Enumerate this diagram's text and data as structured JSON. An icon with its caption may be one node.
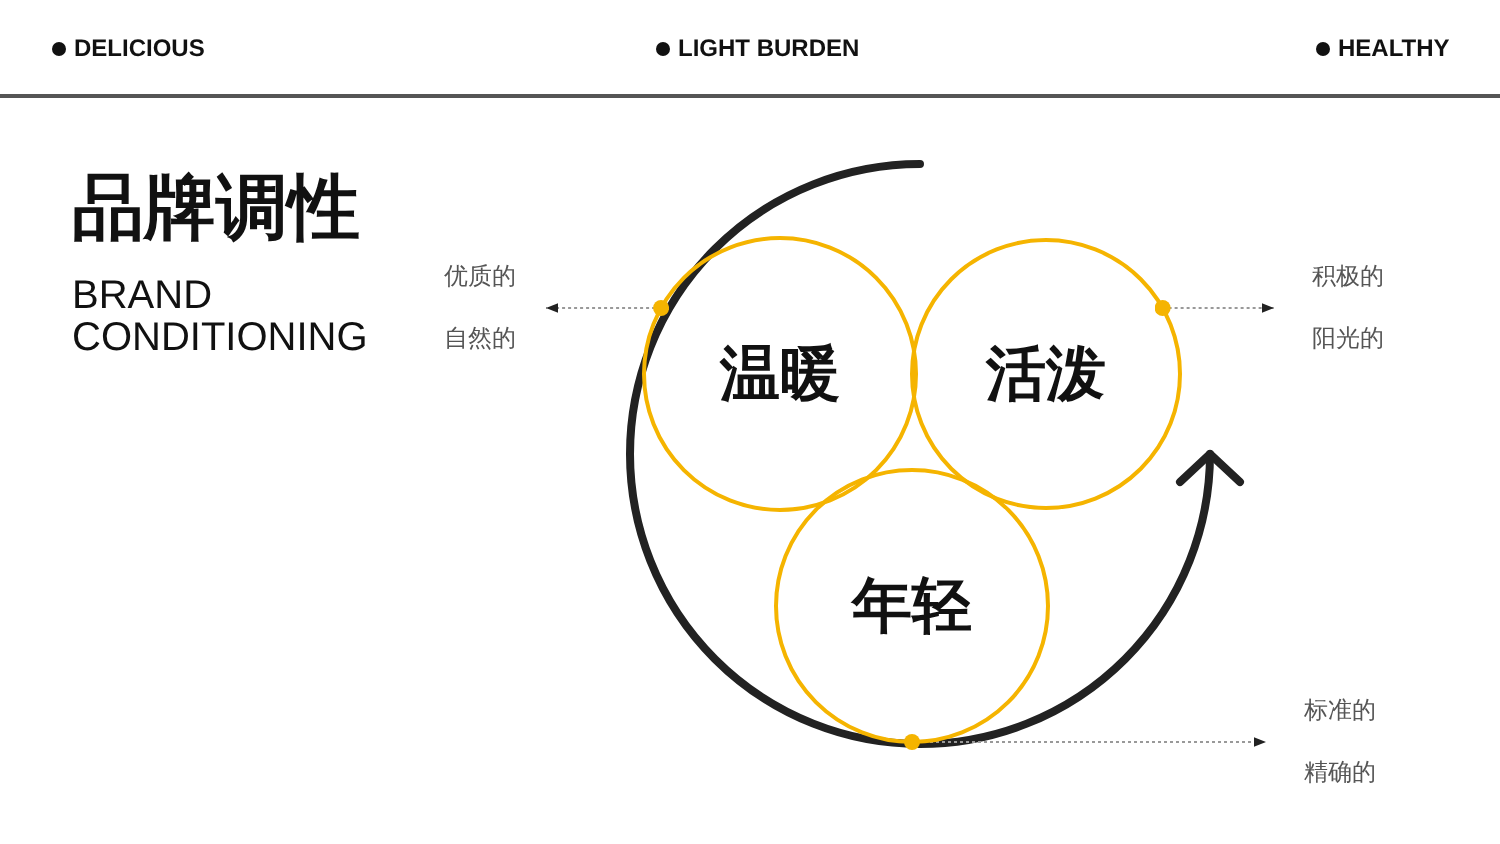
{
  "diagram": {
    "title": "品牌调性",
    "nodes": [
      {
        "text": [
          "优质的",
          "自然的"
        ]
      },
      {
        "text": [
          "温暖"
        ]
      },
      {
        "text": [
          "活泼"
        ]
      },
      {
        "text": [
          "积极的",
          "阳光的"
        ]
      },
      {
        "text": [
          "年轻"
        ]
      },
      {
        "text": [
          "标准的",
          "精确的"
        ]
      }
    ],
    "edges": [
      {
        "from": 1,
        "to": 0,
        "arrow": "to",
        "style": "dashed"
      },
      {
        "from": 2,
        "to": 3,
        "arrow": "to",
        "style": "dashed"
      },
      {
        "from": 4,
        "to": 5,
        "arrow": "to",
        "style": "dashed"
      }
    ],
    "labels": [
      "DELICIOUS",
      "LIGHT BURDEN",
      "HEALTHY",
      "BRAND CONDITIONING"
    ]
  }
}
